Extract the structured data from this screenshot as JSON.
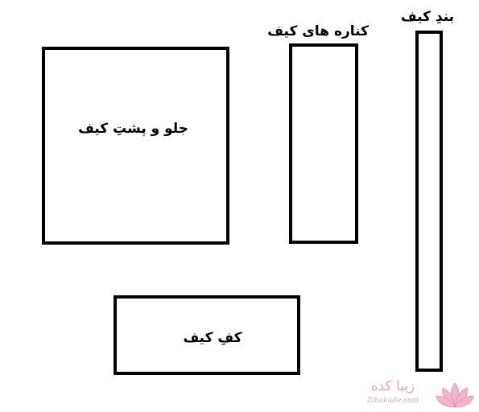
{
  "pieces": {
    "front_back": {
      "label": "جلو و پشتِ کیف"
    },
    "sides": {
      "label": "کناره های کیف"
    },
    "strap": {
      "label": "بندِ کیف"
    },
    "bottom": {
      "label": "کفِ کیف"
    }
  },
  "watermark": {
    "text": "زیبا کده",
    "subtext": "Zibakade.com",
    "icon": "lotus-flower-icon",
    "color": "#e58fb0"
  },
  "colors": {
    "outline": "#000000",
    "background": "#ffffff"
  }
}
